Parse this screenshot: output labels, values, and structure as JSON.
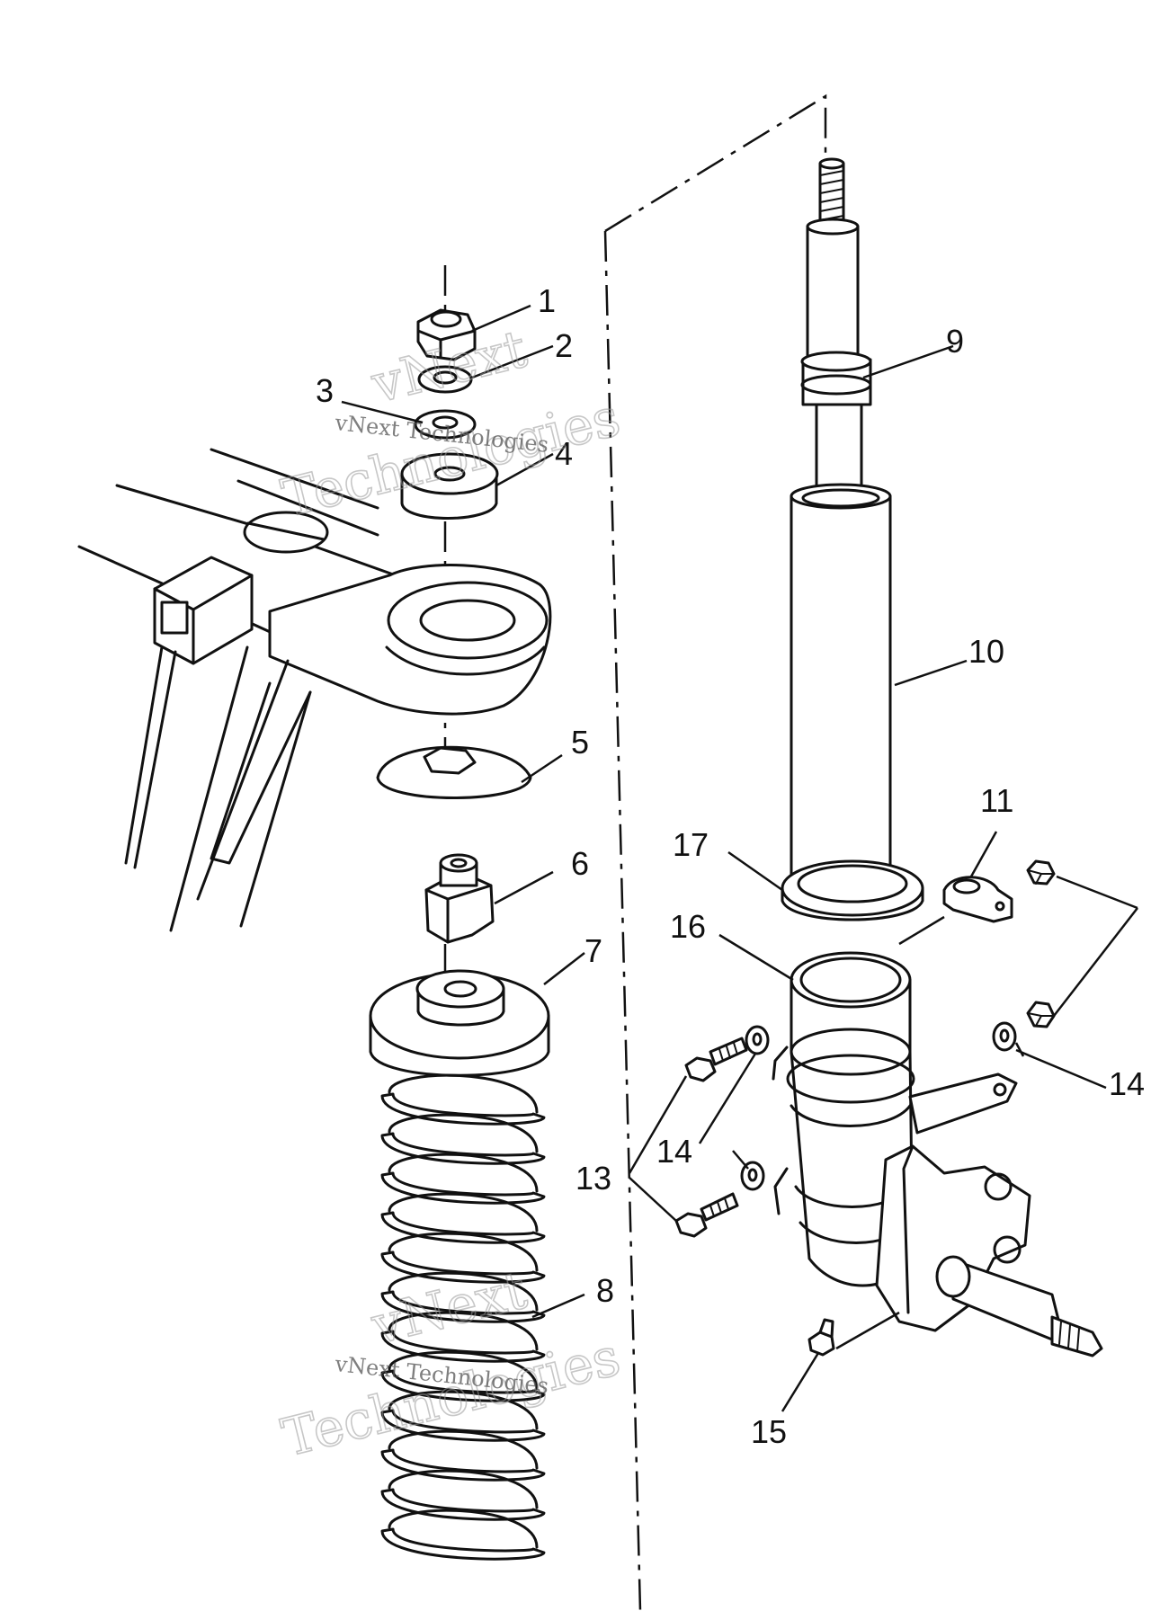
{
  "callouts": [
    "1",
    "2",
    "3",
    "4",
    "5",
    "6",
    "7",
    "8",
    "9",
    "10",
    "11",
    "17",
    "16",
    "14",
    "13",
    "14",
    "15"
  ],
  "watermark": {
    "large_line1": "vNext",
    "large_line2": "Technologies",
    "small": "vNext Technologies"
  },
  "colors": {
    "ink": "#111111",
    "paper": "#ffffff",
    "watermark": "#9a9a9a"
  }
}
